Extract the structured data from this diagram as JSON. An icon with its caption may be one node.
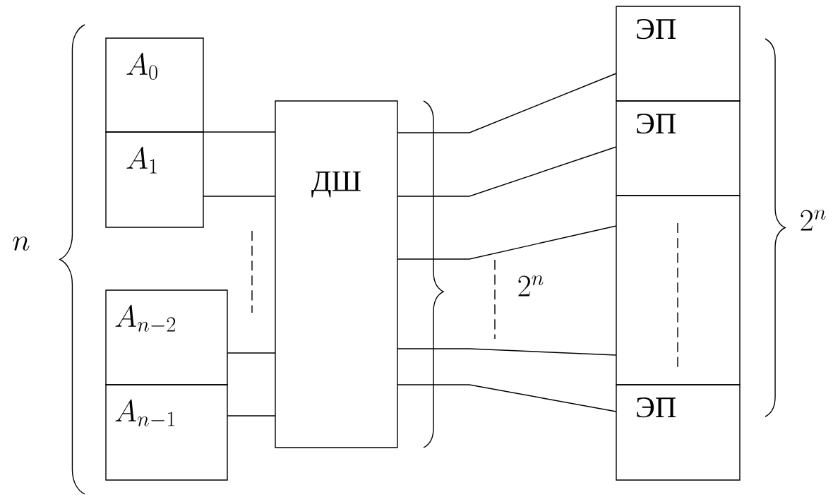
{
  "diagram": {
    "nodes": [
      {
        "text": [
          "A_{0}"
        ]
      },
      {
        "text": [
          "A_{1}"
        ]
      },
      {
        "text": [
          "A_{n-2}"
        ]
      },
      {
        "text": [
          "A_{n-1}"
        ]
      },
      {
        "text": [
          "ДШ"
        ]
      },
      {
        "text": [
          "ЭП"
        ]
      },
      {
        "text": [
          "ЭП"
        ]
      },
      {
        "text": [],
        "shape": "box"
      },
      {
        "text": [
          "ЭП"
        ]
      }
    ],
    "edges": [
      {
        "from": 0,
        "to": 4,
        "arrow": "none"
      },
      {
        "from": 1,
        "to": 4,
        "arrow": "none"
      },
      {
        "from": 2,
        "to": 4,
        "arrow": "none"
      },
      {
        "from": 3,
        "to": 4,
        "arrow": "none"
      },
      {
        "from": 4,
        "to": 5,
        "arrow": "none"
      },
      {
        "from": 4,
        "to": 6,
        "arrow": "none"
      },
      {
        "from": 4,
        "to": 7,
        "arrow": "none"
      },
      {
        "from": 4,
        "to": 7,
        "arrow": "none"
      },
      {
        "from": 4,
        "to": 8,
        "arrow": "none"
      }
    ],
    "labels": [
      "n",
      "2^{n}",
      "2^{n}"
    ]
  }
}
